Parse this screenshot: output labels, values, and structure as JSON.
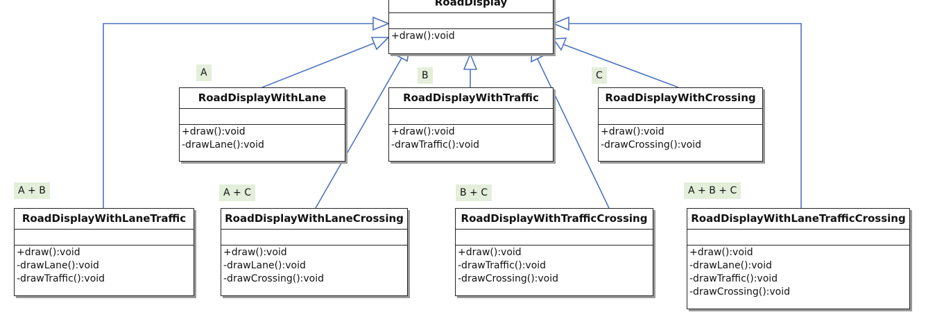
{
  "classes": {
    "road_display": {
      "name": "RoadDisplay",
      "ops": [
        "+draw():void"
      ]
    },
    "with_lane": {
      "name": "RoadDisplayWithLane",
      "ops": [
        "+draw():void",
        "-drawLane():void"
      ]
    },
    "with_traffic": {
      "name": "RoadDisplayWithTraffic",
      "ops": [
        "+draw():void",
        "-drawTraffic():void"
      ]
    },
    "with_crossing": {
      "name": "RoadDisplayWithCrossing",
      "ops": [
        "+draw():void",
        "-drawCrossing():void"
      ]
    },
    "with_lane_traffic": {
      "name": "RoadDisplayWithLaneTraffic",
      "ops": [
        "+draw():void",
        "-drawLane():void",
        "-drawTraffic():void"
      ]
    },
    "with_lane_crossing": {
      "name": "RoadDisplayWithLaneCrossing",
      "ops": [
        "+draw():void",
        "-drawLane():void",
        "-drawCrossing():void"
      ]
    },
    "with_traffic_crossing": {
      "name": "RoadDisplayWithTrafficCrossing",
      "ops": [
        "+draw():void",
        "-drawTraffic():void",
        "-drawCrossing():void"
      ]
    },
    "with_lane_traffic_crossing": {
      "name": "RoadDisplayWithLaneTrafficCrossing",
      "ops": [
        "+draw():void",
        "-drawLane():void",
        "-drawTraffic():void",
        "-drawCrossing():void"
      ]
    }
  },
  "tags": {
    "a": "A",
    "b": "B",
    "c": "C",
    "ab": "A + B",
    "ac": "A + C",
    "bc": "B + C",
    "abc": "A + B + C"
  },
  "colors": {
    "edge": "#4a72c0",
    "tag_bg": "#e4efdb"
  }
}
